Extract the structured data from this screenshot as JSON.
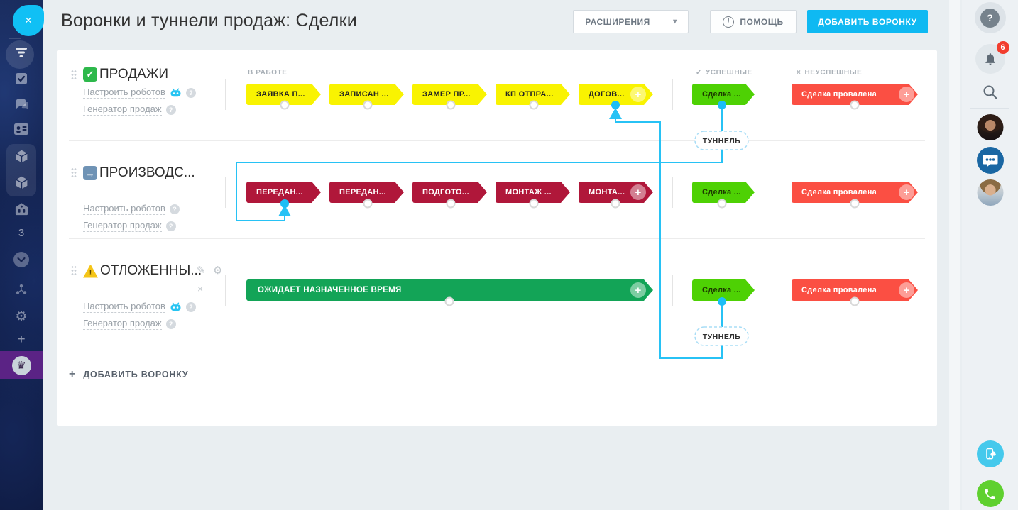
{
  "header": {
    "title": "Воронки и туннели продаж: Сделки",
    "extensions_button": "РАСШИРЕНИЯ",
    "help_button": "ПОМОЩЬ",
    "add_funnel_button": "ДОБАВИТЬ ВОРОНКУ"
  },
  "columns": {
    "in_progress": "В РАБОТЕ",
    "successful": "УСПЕШНЫЕ",
    "unsuccessful": "НЕУСПЕШНЫЕ"
  },
  "funnels": [
    {
      "title": "ПРОДАЖИ",
      "title_icon": "check-green-icon",
      "robots_link": "Настроить роботов",
      "generator_link": "Генератор продаж",
      "stage_color": "#f9f301",
      "stages": [
        "ЗАЯВКА П...",
        "ЗАПИСАН ...",
        "ЗАМЕР ПР...",
        "КП ОТПРА...",
        "ДОГОВ..."
      ],
      "success_stage": "Сделка ...",
      "fail_stage": "Сделка провалена"
    },
    {
      "title": "ПРОИЗВОДС...",
      "title_icon": "arrow-right-blue-icon",
      "robots_link": "Настроить роботов",
      "generator_link": "Генератор продаж",
      "stage_color": "#b0173a",
      "stages": [
        "ПЕРЕДАН...",
        "ПЕРЕДАН...",
        "ПОДГОТО...",
        "МОНТАЖ ...",
        "МОНТА..."
      ],
      "success_stage": "Сделка ...",
      "fail_stage": "Сделка провалена"
    },
    {
      "title": "ОТЛОЖЕННЫ...",
      "title_icon": "warning-icon",
      "robots_link": "Настроить роботов",
      "generator_link": "Генератор продаж",
      "stage_color": "#13a457",
      "stages": [
        "ОЖИДАЕТ НАЗНАЧЕННОЕ ВРЕМЯ"
      ],
      "success_stage": "Сделка ...",
      "fail_stage": "Сделка провалена"
    }
  ],
  "tunnels": {
    "label_1": "ТУННЕЛЬ",
    "label_2": "ТУННЕЛЬ"
  },
  "footer": {
    "add_funnel_link": "ДОБАВИТЬ ВОРОНКУ"
  },
  "left_sidebar": {
    "counter": "3"
  },
  "right_sidebar": {
    "notification_count": "6"
  },
  "colors": {
    "accent_cyan": "#10c0f5",
    "success_green": "#4ed104",
    "fail_red": "#fb4f43",
    "stage_yellow": "#f9f301",
    "stage_crimson": "#b0173a",
    "stage_green_dark": "#13a457",
    "sidebar_navy": "#12214d",
    "sidebar_purple": "#5b2385"
  }
}
